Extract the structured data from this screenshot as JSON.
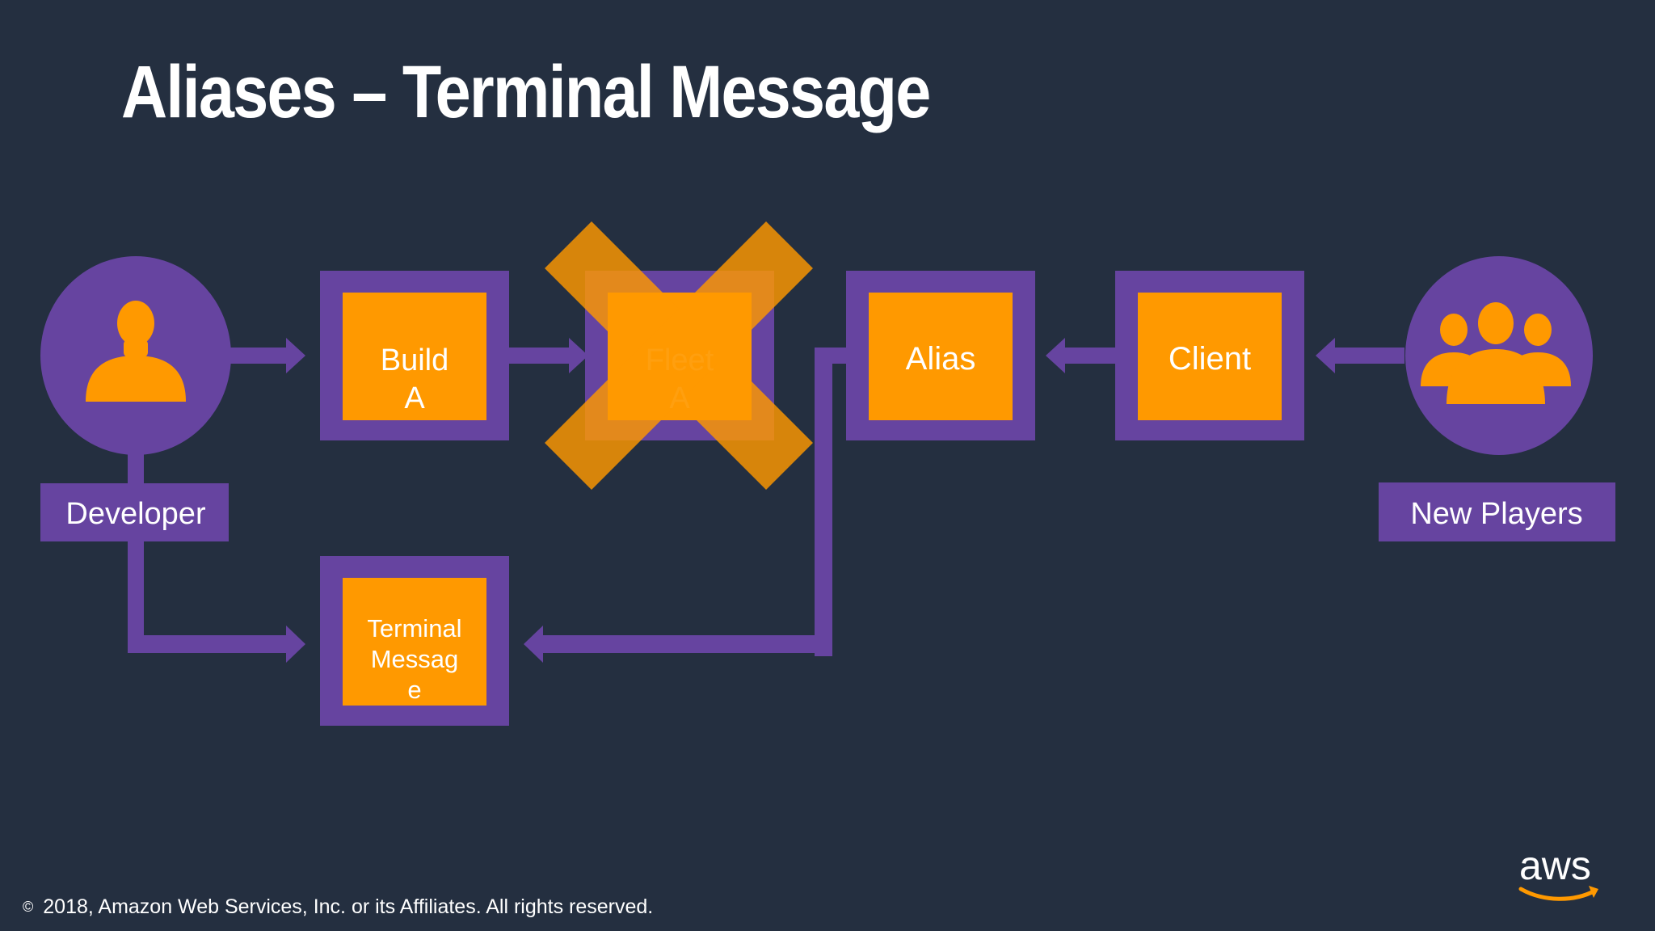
{
  "title": "Aliases – Terminal Message",
  "nodes": {
    "developer_label": "Developer",
    "new_players_label": "New Players",
    "build": [
      "Build",
      "A"
    ],
    "fleet": [
      "Fleet",
      "A"
    ],
    "alias": "Alias",
    "client": "Client",
    "terminal": [
      "Terminal",
      "Messag",
      "e"
    ]
  },
  "footer": {
    "copyright_symbol": "©",
    "text": "2018, Amazon Web Services, Inc. or its Affiliates. All rights reserved."
  },
  "logo": {
    "word": "aws"
  },
  "colors": {
    "background": "#242f40",
    "purple": "#6644a0",
    "orange": "#ff9900",
    "white": "#ffffff"
  },
  "icons": [
    "user-icon",
    "users-group-icon",
    "x-cross-icon",
    "aws-smile-icon"
  ]
}
